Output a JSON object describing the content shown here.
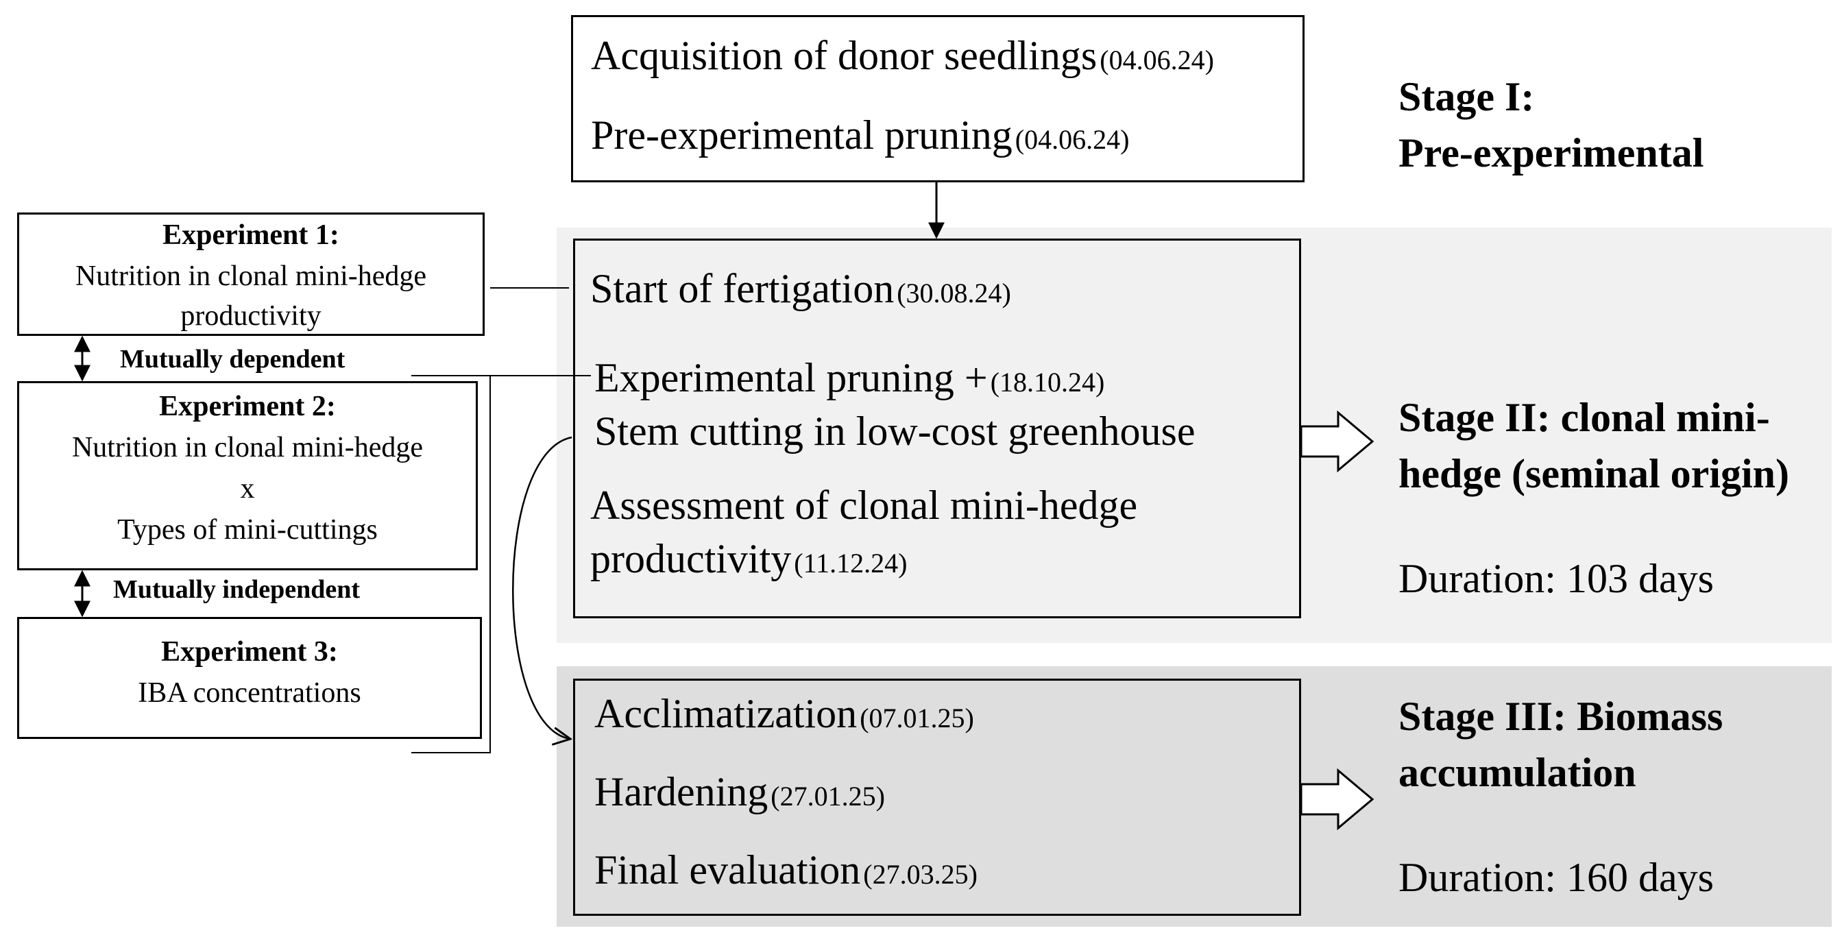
{
  "colors": {
    "stage2_background": "#f1f1f1",
    "stage3_background": "#dedede",
    "box_stage2_fill": "#f1f1f1",
    "box_stage3_fill": "#dedede",
    "stroke": "#000000"
  },
  "stage1_box": {
    "line1": {
      "text": "Acquisition of donor seedlings",
      "date": "(04.06.24)"
    },
    "line2": {
      "text": "Pre-experimental pruning",
      "date": "(04.06.24)"
    }
  },
  "stage1_label": {
    "line1": "Stage I:",
    "line2": "Pre-experimental"
  },
  "stage2_box": {
    "line1": {
      "text": "Start of fertigation",
      "date": "(30.08.24)"
    },
    "line2": {
      "text": "Experimental pruning +",
      "date": "(18.10.24)"
    },
    "line3": {
      "text": "Stem cutting in low-cost greenhouse"
    },
    "line4": {
      "text": "Assessment of clonal mini-hedge"
    },
    "line5": {
      "text": "productivity",
      "date": "(11.12.24)"
    }
  },
  "stage2_label": {
    "line1": "Stage II: clonal mini-",
    "line2": "hedge (seminal origin)",
    "duration": "Duration: 103 days"
  },
  "stage3_box": {
    "line1": {
      "text": "Acclimatization",
      "date": "(07.01.25)"
    },
    "line2": {
      "text": "Hardening",
      "date": "(27.01.25)"
    },
    "line3": {
      "text": "Final evaluation",
      "date": "(27.03.25)"
    }
  },
  "stage3_label": {
    "line1": "Stage III: Biomass",
    "line2": "accumulation",
    "duration": "Duration: 160 days"
  },
  "experiments": [
    {
      "title": "Experiment 1:",
      "lines": [
        "Nutrition in clonal mini-hedge",
        "productivity"
      ]
    },
    {
      "title": "Experiment 2:",
      "lines": [
        "Nutrition in clonal mini-hedge",
        "x",
        "Types of mini-cuttings"
      ]
    },
    {
      "title": "Experiment 3:",
      "lines": [
        "IBA concentrations"
      ]
    }
  ],
  "relations": {
    "mutually_dependent": "Mutually dependent",
    "mutually_independent": "Mutually independent"
  }
}
